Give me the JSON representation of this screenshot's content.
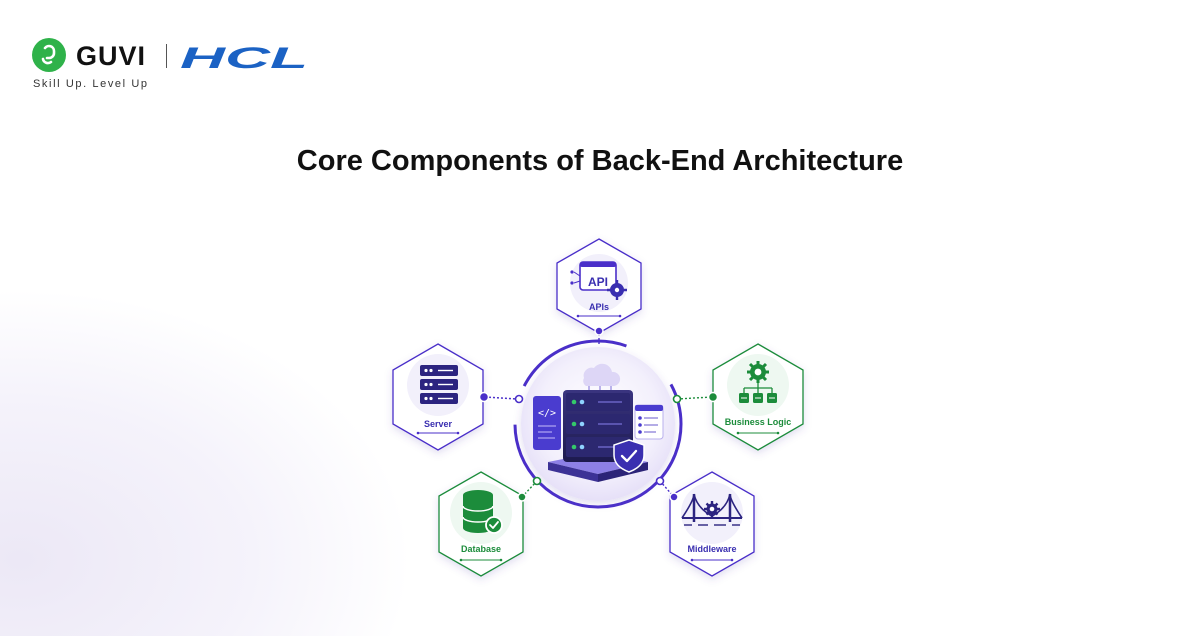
{
  "brand": {
    "guvi": "GUVI",
    "hcl": "HCL",
    "tagline": "Skill Up. Level Up"
  },
  "title": "Core Components of Back-End Architecture",
  "colors": {
    "purple": "#4a2fc9",
    "green": "#1c8c3b",
    "guvi_green": "#2fb24a",
    "hcl_blue": "#1b62c4"
  },
  "center": {
    "icon": "cloud-server-security-icon"
  },
  "nodes": {
    "apis": {
      "label": "APIs",
      "badge": "API",
      "icon": "api-gear-icon"
    },
    "server": {
      "label": "Server",
      "icon": "server-rack-icon"
    },
    "business": {
      "label": "Business Logic",
      "icon": "gear-flowchart-icon"
    },
    "database": {
      "label": "Database",
      "icon": "database-check-icon"
    },
    "middleware": {
      "label": "Middleware",
      "icon": "bridge-gear-icon"
    }
  }
}
